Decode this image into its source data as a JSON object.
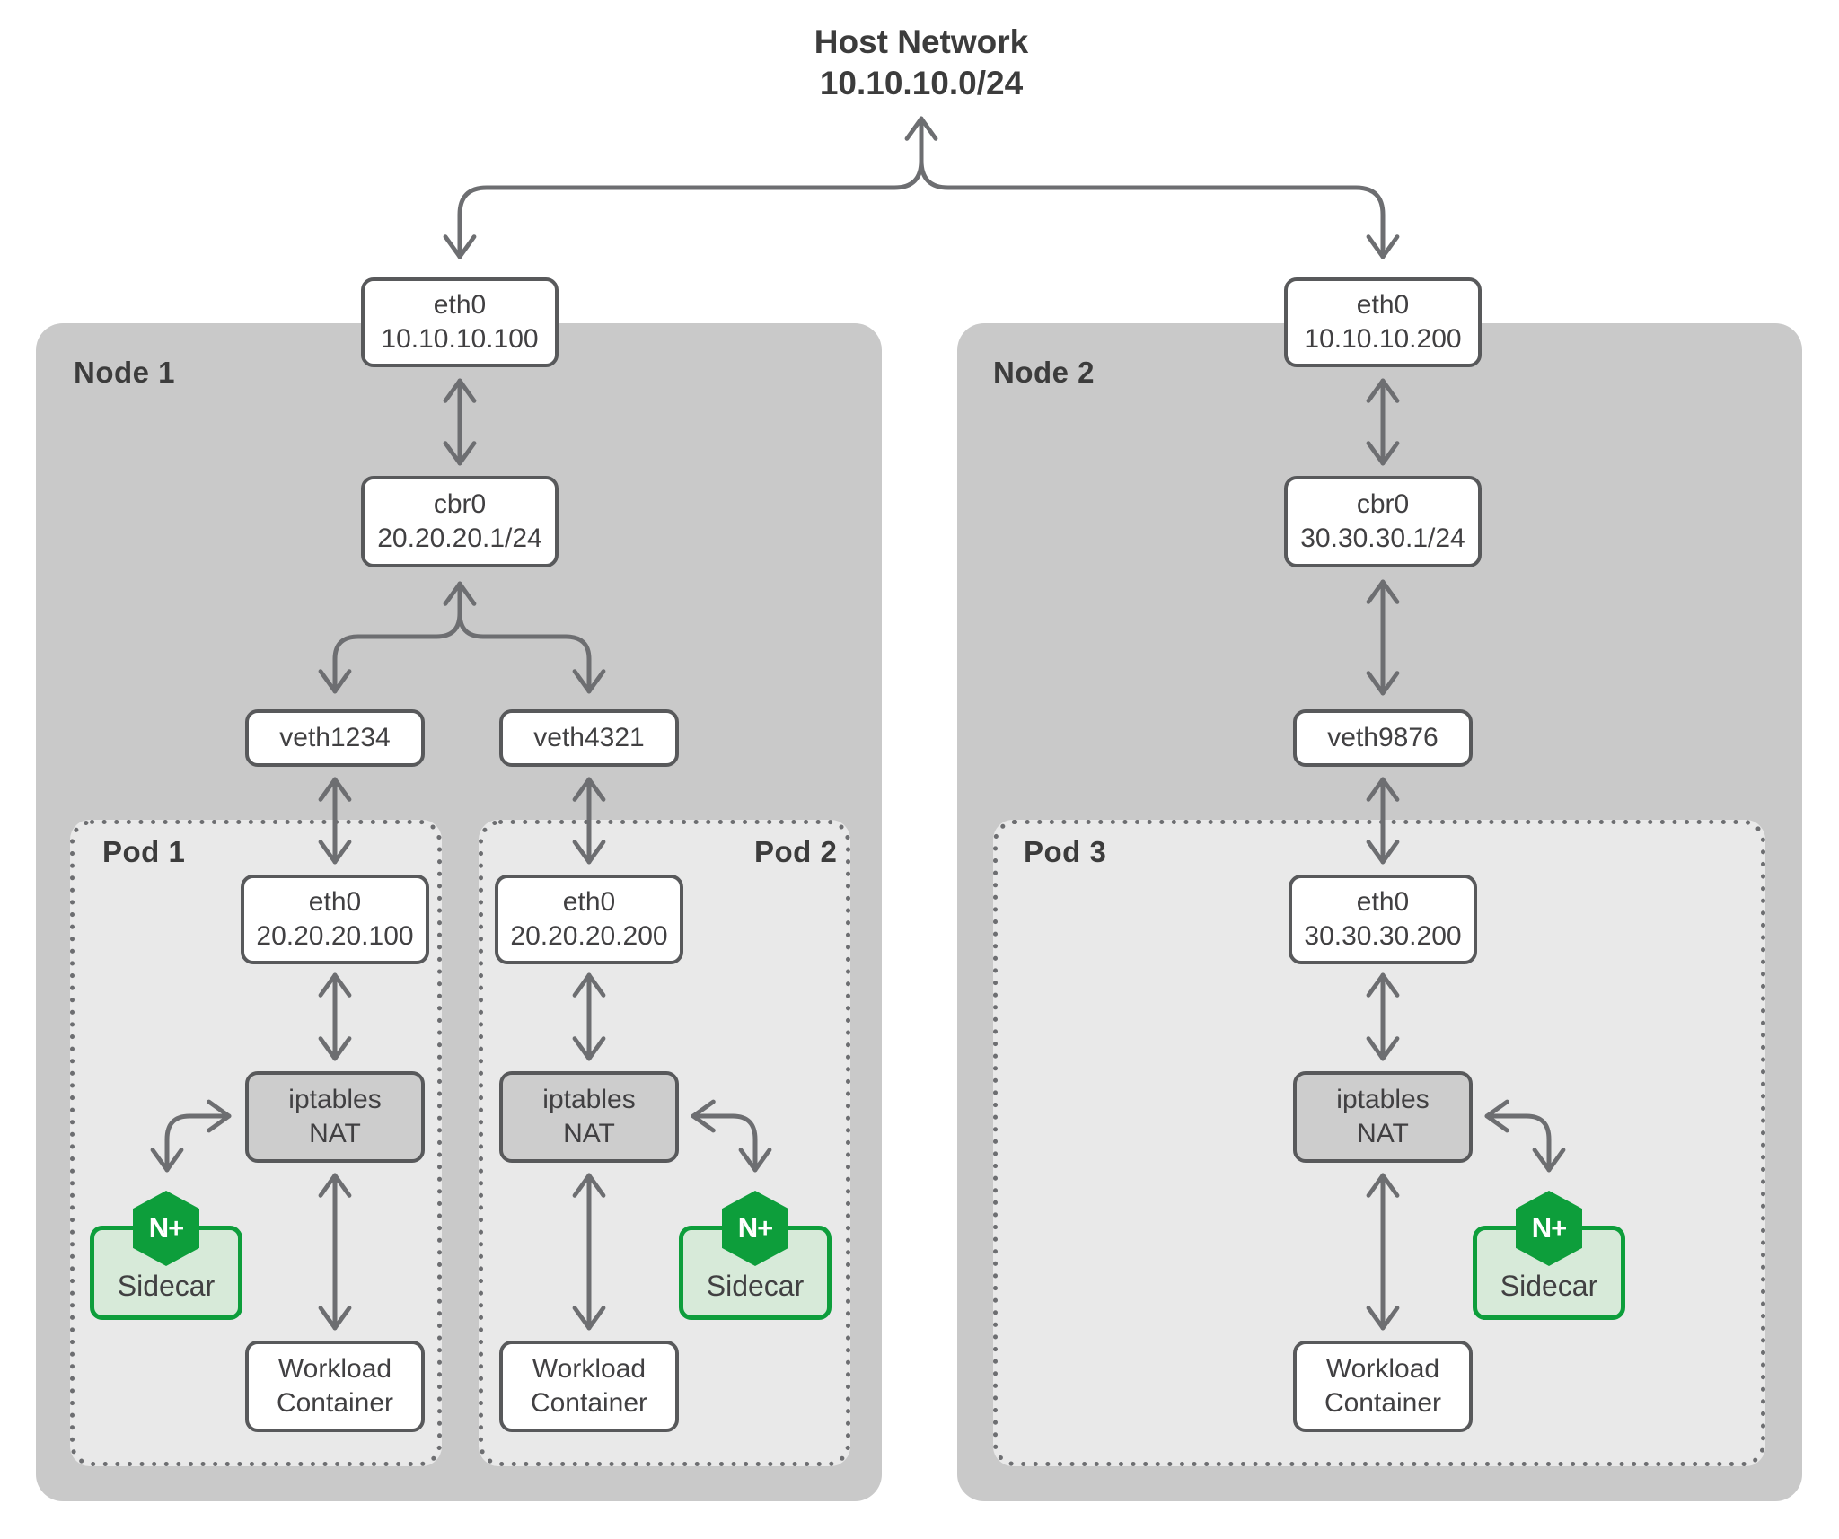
{
  "title": {
    "line1": "Host Network",
    "line2": "10.10.10.0/24"
  },
  "nodes": [
    {
      "label": "Node 1",
      "eth0_name": "eth0",
      "eth0_ip": "10.10.10.100",
      "bridge_name": "cbr0",
      "bridge_cidr": "20.20.20.1/24",
      "veth_left": "veth1234",
      "veth_right": "veth4321"
    },
    {
      "label": "Node 2",
      "eth0_name": "eth0",
      "eth0_ip": "10.10.10.200",
      "bridge_name": "cbr0",
      "bridge_cidr": "30.30.30.1/24",
      "veth": "veth9876"
    }
  ],
  "pods": [
    {
      "label": "Pod 1",
      "eth_name": "eth0",
      "eth_ip": "20.20.20.100",
      "nat_line1": "iptables",
      "nat_line2": "NAT",
      "sidecar_label": "Sidecar",
      "sidecar_logo": "N+",
      "workload_line1": "Workload",
      "workload_line2": "Container"
    },
    {
      "label": "Pod 2",
      "eth_name": "eth0",
      "eth_ip": "20.20.20.200",
      "nat_line1": "iptables",
      "nat_line2": "NAT",
      "sidecar_label": "Sidecar",
      "sidecar_logo": "N+",
      "workload_line1": "Workload",
      "workload_line2": "Container"
    },
    {
      "label": "Pod 3",
      "eth_name": "eth0",
      "eth_ip": "30.30.30.200",
      "nat_line1": "iptables",
      "nat_line2": "NAT",
      "sidecar_label": "Sidecar",
      "sidecar_logo": "N+",
      "workload_line1": "Workload",
      "workload_line2": "Container"
    }
  ],
  "colors": {
    "nginx_green": "#0d9e3b",
    "sidecar_fill": "#d7ead9",
    "node_fill": "#c9c9c9",
    "pod_fill": "#e9e9e9",
    "nat_fill": "#cdcdcd",
    "box_border": "#58595b",
    "arrow": "#6d6e71",
    "text": "#414042"
  }
}
